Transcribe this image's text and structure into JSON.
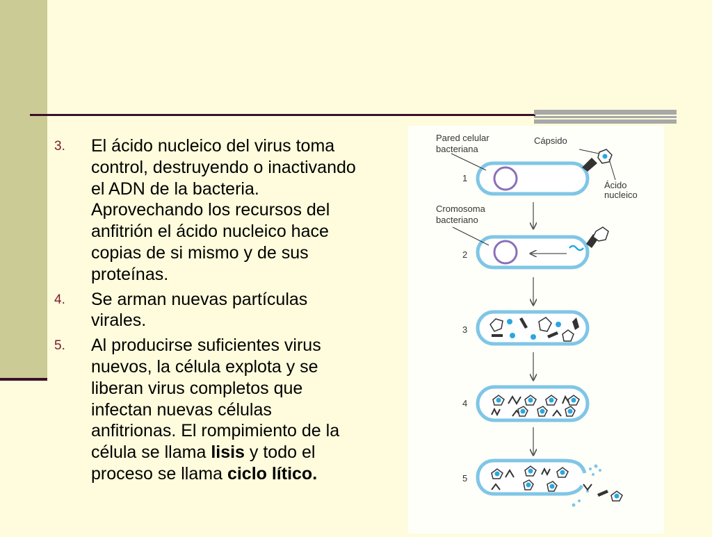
{
  "list": {
    "items": [
      {
        "num": "3.",
        "text": "El ácido nucleico del virus toma control, destruyendo o inactivando el ADN de la bacteria. Aprovechando los recursos del anfitrión el ácido nucleico hace copias de si mismo y de sus proteínas."
      },
      {
        "num": "4.",
        "text": "Se arman nuevas partículas virales."
      },
      {
        "num": "5.",
        "text_a": "Al producirse suficientes virus nuevos, la célula explota y se liberan virus completos que infectan nuevas células anfitrionas.  El rompimiento de la célula se llama ",
        "bold_a": "lisis",
        "text_b": " y todo el proceso se llama ",
        "bold_b": "ciclo lítico."
      }
    ]
  },
  "figure": {
    "labels": {
      "pared_1": "Pared celular",
      "pared_2": "bacteriana",
      "capsido": "Cápsido",
      "acido_1": "Ácido",
      "acido_2": "nucleico",
      "cromo_1": "Cromosoma",
      "cromo_2": "bacteriano"
    },
    "steps": [
      "1",
      "2",
      "3",
      "4",
      "5"
    ]
  },
  "colors": {
    "background": "#fefcdc",
    "sidebar": "#cbcb95",
    "rule": "#3a0f2a",
    "cell": "#7fc6e6",
    "nucleic_dot": "#2aa7e0",
    "chromosome": "#8a6fb8"
  }
}
